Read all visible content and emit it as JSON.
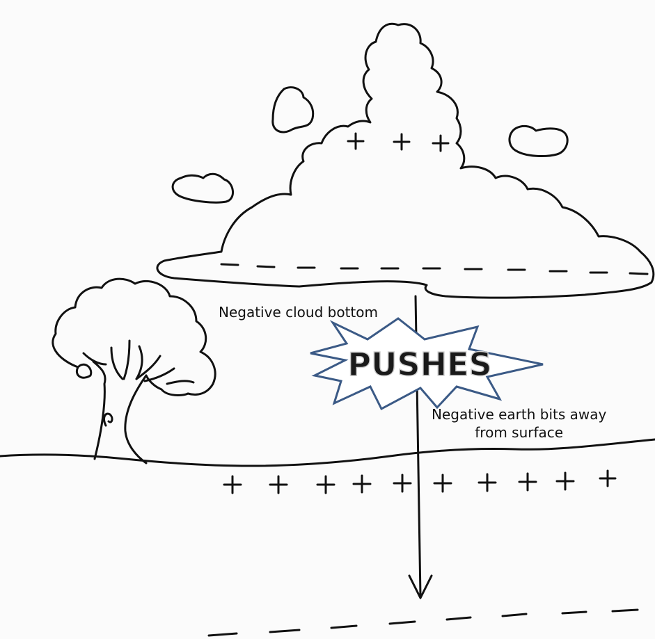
{
  "labels": {
    "cloud_bottom": "Negative cloud bottom",
    "earth_line1": "Negative earth bits away",
    "earth_line2": "from surface",
    "burst": "PUSHES"
  },
  "symbols": {
    "positive": "+",
    "negative": "−"
  },
  "colors": {
    "ink": "#111111",
    "burst_stroke": "#3b5a86",
    "burst_fill": "#ffffff",
    "burst_text_fill": "#1a1a1a",
    "burst_text_stroke": "#cfcfcf"
  }
}
